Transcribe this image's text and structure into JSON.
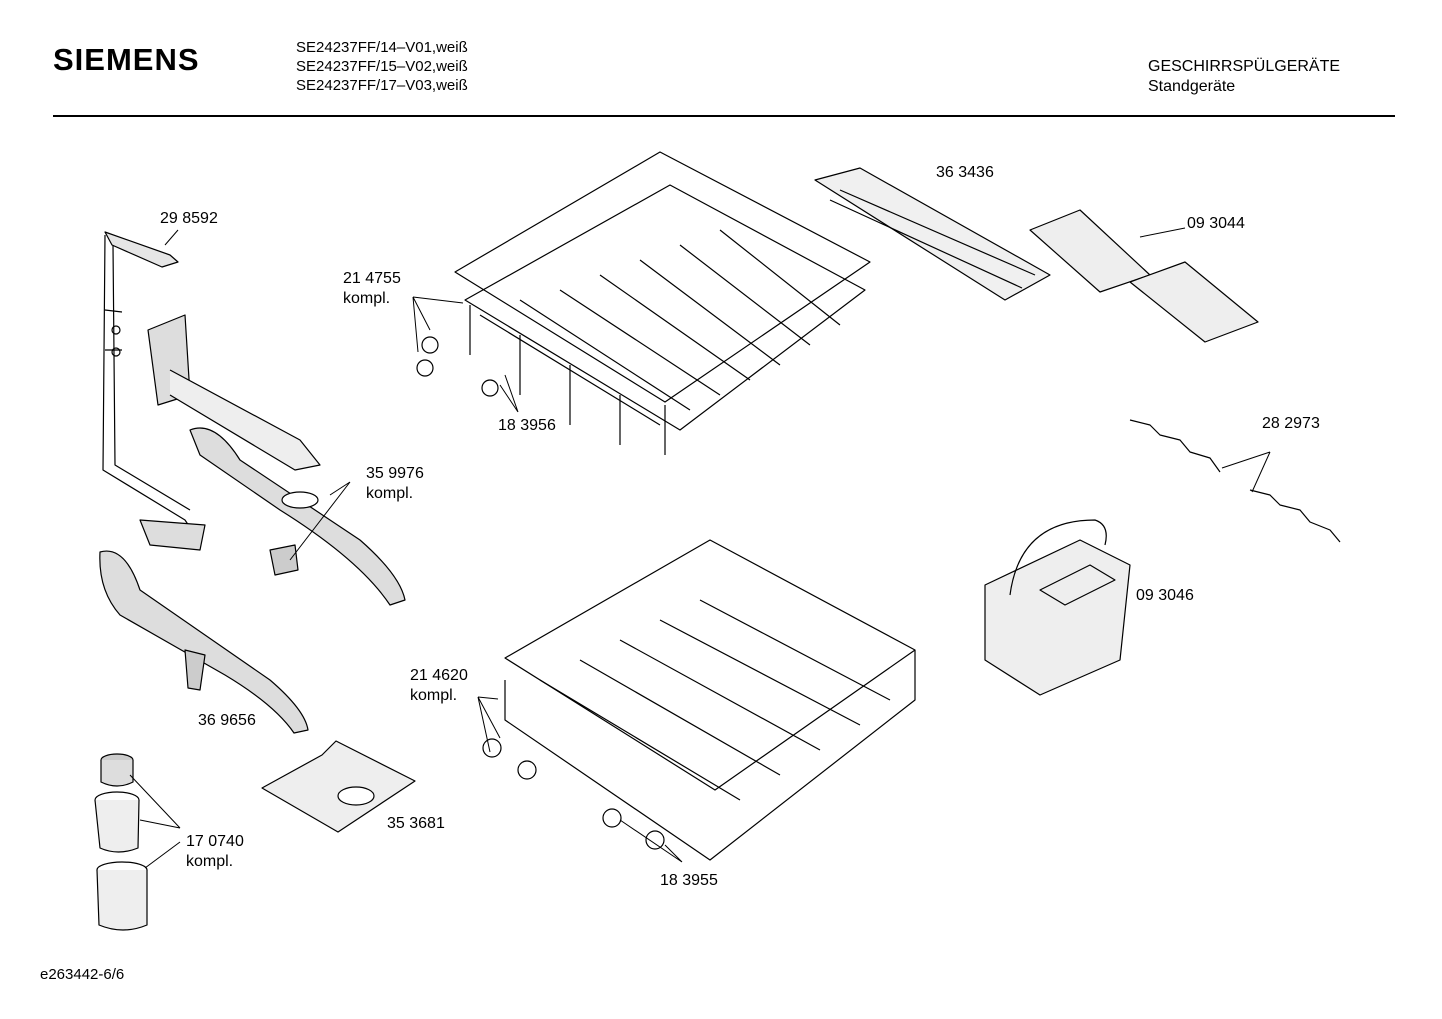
{
  "header": {
    "brand": "SIEMENS",
    "models": [
      "SE24237FF/14–V01,weiß",
      "SE24237FF/15–V02,weiß",
      "SE24237FF/17–V03,weiß"
    ],
    "category": "GESCHIRRSPÜLGERÄTE",
    "subcategory": "Standgeräte"
  },
  "parts": [
    {
      "number": "29 8592",
      "note": ""
    },
    {
      "number": "21 4755",
      "note": "kompl."
    },
    {
      "number": "18 3956",
      "note": ""
    },
    {
      "number": "36 3436",
      "note": ""
    },
    {
      "number": "09 3044",
      "note": ""
    },
    {
      "number": "35 9976",
      "note": "kompl."
    },
    {
      "number": "28 2973",
      "note": ""
    },
    {
      "number": "09 3046",
      "note": ""
    },
    {
      "number": "36 9656",
      "note": ""
    },
    {
      "number": "21 4620",
      "note": "kompl."
    },
    {
      "number": "35 3681",
      "note": ""
    },
    {
      "number": "17 0740",
      "note": "kompl."
    },
    {
      "number": "18 3955",
      "note": ""
    }
  ],
  "footer": {
    "drawing_id": "e263442-6/6"
  }
}
